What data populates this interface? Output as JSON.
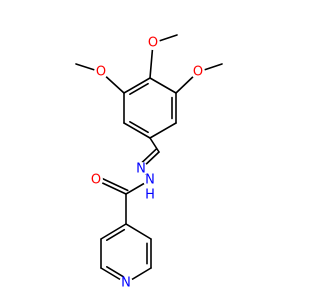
{
  "molecule": {
    "atoms": [
      {
        "id": "O1",
        "element": "O",
        "label": "O"
      },
      {
        "id": "O2",
        "element": "O",
        "label": "O"
      },
      {
        "id": "O3",
        "element": "O",
        "label": "O"
      },
      {
        "id": "O4",
        "element": "O",
        "label": "O"
      },
      {
        "id": "N1",
        "element": "N",
        "label": "N"
      },
      {
        "id": "N2",
        "element": "N",
        "label": "N"
      },
      {
        "id": "N3",
        "element": "N",
        "label": "N"
      },
      {
        "id": "H1",
        "element": "H",
        "label": "H"
      }
    ],
    "bond_order_counts": {
      "single": 21,
      "double": 6
    }
  },
  "colors": {
    "bond": "#000000",
    "nitrogen": "#0000ff",
    "oxygen": "#ff0000",
    "background": "#ffffff"
  }
}
